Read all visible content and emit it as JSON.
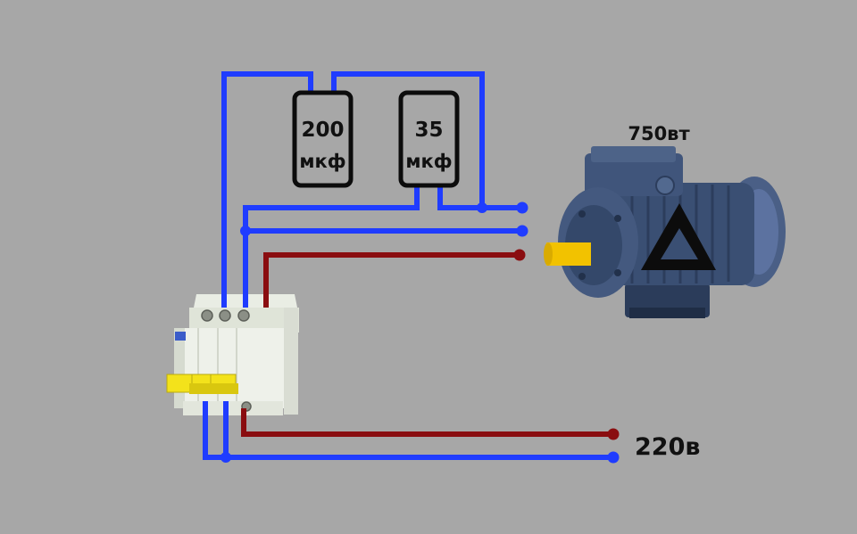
{
  "colors": {
    "background": "#a7a7a7",
    "neutral_wire": "#1f3cff",
    "phase_wire": "#8a0d10",
    "motor_body": "#3a4f73",
    "shaft": "#f2c200",
    "breaker_levers": "#f3e21b"
  },
  "capacitors": [
    {
      "value": "200",
      "unit": "мкф"
    },
    {
      "value": "35",
      "unit": "мкф"
    }
  ],
  "motor": {
    "power": "750вт",
    "winding_symbol": "delta-symbol"
  },
  "supply": {
    "voltage": "220в"
  },
  "icons": [
    "capacitor-200",
    "capacitor-35",
    "motor-icon",
    "circuit-breaker-icon",
    "delta-symbol"
  ]
}
